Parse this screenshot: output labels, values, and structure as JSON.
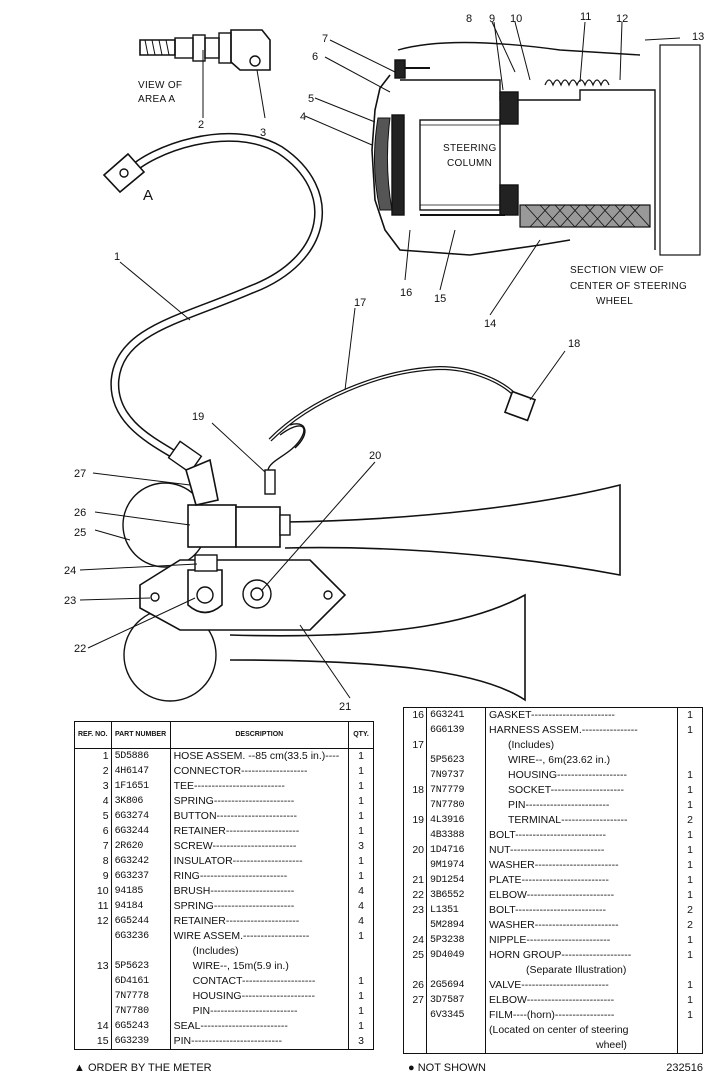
{
  "callouts": {
    "n1": "1",
    "n2": "2",
    "n3": "3",
    "n4": "4",
    "n5": "5",
    "n6": "6",
    "n7": "7",
    "n8": "8",
    "n9": "9",
    "n10": "10",
    "n11": "11",
    "n12": "12",
    "n13": "13",
    "n14": "14",
    "n15": "15",
    "n16": "16",
    "n17": "17",
    "n18": "18",
    "n19": "19",
    "n20": "20",
    "n21": "21",
    "n22": "22",
    "n23": "23",
    "n24": "24",
    "n25": "25",
    "n26": "26",
    "n27": "27"
  },
  "labels": {
    "view_of": "VIEW OF",
    "area_a": "AREA  A",
    "letter_a": "A",
    "steering": "STEERING",
    "column": "COLUMN",
    "section_line1": "SECTION VIEW OF",
    "section_line2": "CENTER OF STEERING",
    "section_line3": "WHEEL"
  },
  "table_headers": {
    "ref": "REF. NO.",
    "part": "PART NUMBER",
    "desc": "DESCRIPTION",
    "qty": "QTY."
  },
  "left_rows": [
    {
      "ref": "1",
      "pn": "5D5886",
      "desc": "HOSE ASSEM. --85 cm(33.5 in.)----",
      "qty": "1"
    },
    {
      "ref": "2",
      "pn": "4H6147",
      "desc": "CONNECTOR-------------------",
      "qty": "1"
    },
    {
      "ref": "3",
      "pn": "1F1651",
      "desc": "TEE--------------------------",
      "qty": "1"
    },
    {
      "ref": "4",
      "pn": "3K806",
      "desc": "SPRING-----------------------",
      "qty": "1"
    },
    {
      "ref": "5",
      "pn": "6G3274",
      "desc": "BUTTON-----------------------",
      "qty": "1"
    },
    {
      "ref": "6",
      "pn": "6G3244",
      "desc": "RETAINER---------------------",
      "qty": "1"
    },
    {
      "ref": "7",
      "pn": "2R620",
      "desc": "SCREW------------------------",
      "qty": "3"
    },
    {
      "ref": "8",
      "pn": "6G3242",
      "desc": "INSULATOR--------------------",
      "qty": "1"
    },
    {
      "ref": "9",
      "pn": "6G3237",
      "desc": "RING-------------------------",
      "qty": "1"
    },
    {
      "ref": "10",
      "pn": "94185",
      "desc": "BRUSH------------------------",
      "qty": "4"
    },
    {
      "ref": "11",
      "pn": "94184",
      "desc": "SPRING-----------------------",
      "qty": "4"
    },
    {
      "ref": "12",
      "pn": "6G5244",
      "desc": "RETAINER---------------------",
      "qty": "4"
    },
    {
      "ref": "",
      "pn": "6G3236",
      "desc": "WIRE ASSEM.-------------------",
      "qty": "1"
    },
    {
      "ref": "",
      "pn": "",
      "desc": "(Includes)",
      "qty": "",
      "indent": 1
    },
    {
      "ref": "13",
      "pn": "5P5623",
      "desc": "WIRE--, 15m(5.9 in.)",
      "qty": "",
      "indent": 1
    },
    {
      "ref": "",
      "pn": "6D4161",
      "desc": "CONTACT---------------------",
      "qty": "1",
      "indent": 1
    },
    {
      "ref": "",
      "pn": "7N7778",
      "desc": "HOUSING---------------------",
      "qty": "1",
      "indent": 1
    },
    {
      "ref": "",
      "pn": "7N7780",
      "desc": "PIN-------------------------",
      "qty": "1",
      "indent": 1
    },
    {
      "ref": "14",
      "pn": "6G5243",
      "desc": "SEAL-------------------------",
      "qty": "1"
    },
    {
      "ref": "15",
      "pn": "6G3239",
      "desc": "PIN--------------------------",
      "qty": "3"
    }
  ],
  "right_rows": [
    {
      "ref": "16",
      "pn": "6G3241",
      "desc": "GASKET------------------------",
      "qty": "1"
    },
    {
      "ref": "",
      "pn": "6G6139",
      "desc": "HARNESS ASSEM.----------------",
      "qty": "1"
    },
    {
      "ref": "17",
      "pn": "",
      "desc": "(Includes)",
      "qty": "",
      "indent": 1
    },
    {
      "ref": "",
      "pn": "5P5623",
      "desc": "WIRE--, 6m(23.62 in.)",
      "qty": "",
      "indent": 1
    },
    {
      "ref": "",
      "pn": "7N9737",
      "desc": "HOUSING--------------------",
      "qty": "1",
      "indent": 1
    },
    {
      "ref": "18",
      "pn": "7N7779",
      "desc": "SOCKET---------------------",
      "qty": "1",
      "indent": 1
    },
    {
      "ref": "",
      "pn": "7N7780",
      "desc": "PIN------------------------",
      "qty": "1",
      "indent": 1
    },
    {
      "ref": "19",
      "pn": "4L3916",
      "desc": "TERMINAL-------------------",
      "qty": "2",
      "indent": 1
    },
    {
      "ref": "",
      "pn": "4B3388",
      "desc": "BOLT--------------------------",
      "qty": "1"
    },
    {
      "ref": "20",
      "pn": "1D4716",
      "desc": "NUT---------------------------",
      "qty": "1"
    },
    {
      "ref": "",
      "pn": "9M1974",
      "desc": "WASHER------------------------",
      "qty": "1"
    },
    {
      "ref": "21",
      "pn": "9D1254",
      "desc": "PLATE-------------------------",
      "qty": "1"
    },
    {
      "ref": "22",
      "pn": "3B6552",
      "desc": "ELBOW-------------------------",
      "qty": "1"
    },
    {
      "ref": "23",
      "pn": "L1351",
      "desc": "BOLT--------------------------",
      "qty": "2"
    },
    {
      "ref": "",
      "pn": "5M2894",
      "desc": "WASHER------------------------",
      "qty": "2"
    },
    {
      "ref": "24",
      "pn": "5P3238",
      "desc": "NIPPLE------------------------",
      "qty": "1"
    },
    {
      "ref": "25",
      "pn": "9D4049",
      "desc": "HORN GROUP--------------------",
      "qty": "1"
    },
    {
      "ref": "",
      "pn": "",
      "desc": "(Separate Illustration)",
      "qty": "",
      "indent": 2
    },
    {
      "ref": "26",
      "pn": "2G5694",
      "desc": "VALVE-------------------------",
      "qty": "1"
    },
    {
      "ref": "27",
      "pn": "3D7587",
      "desc": "ELBOW-------------------------",
      "qty": "1"
    },
    {
      "ref": "",
      "pn": "6V3345",
      "desc": "FILM----(horn)-----------------",
      "qty": "1"
    },
    {
      "ref": "",
      "pn": "",
      "desc": "(Located on center of steering",
      "qty": ""
    },
    {
      "ref": "",
      "pn": "",
      "desc": "wheel)",
      "qty": "",
      "indent": 3
    }
  ],
  "footer": {
    "order_meter": "▲ ORDER BY THE METER",
    "not_shown": "● NOT SHOWN",
    "illustration_number": "232516"
  }
}
